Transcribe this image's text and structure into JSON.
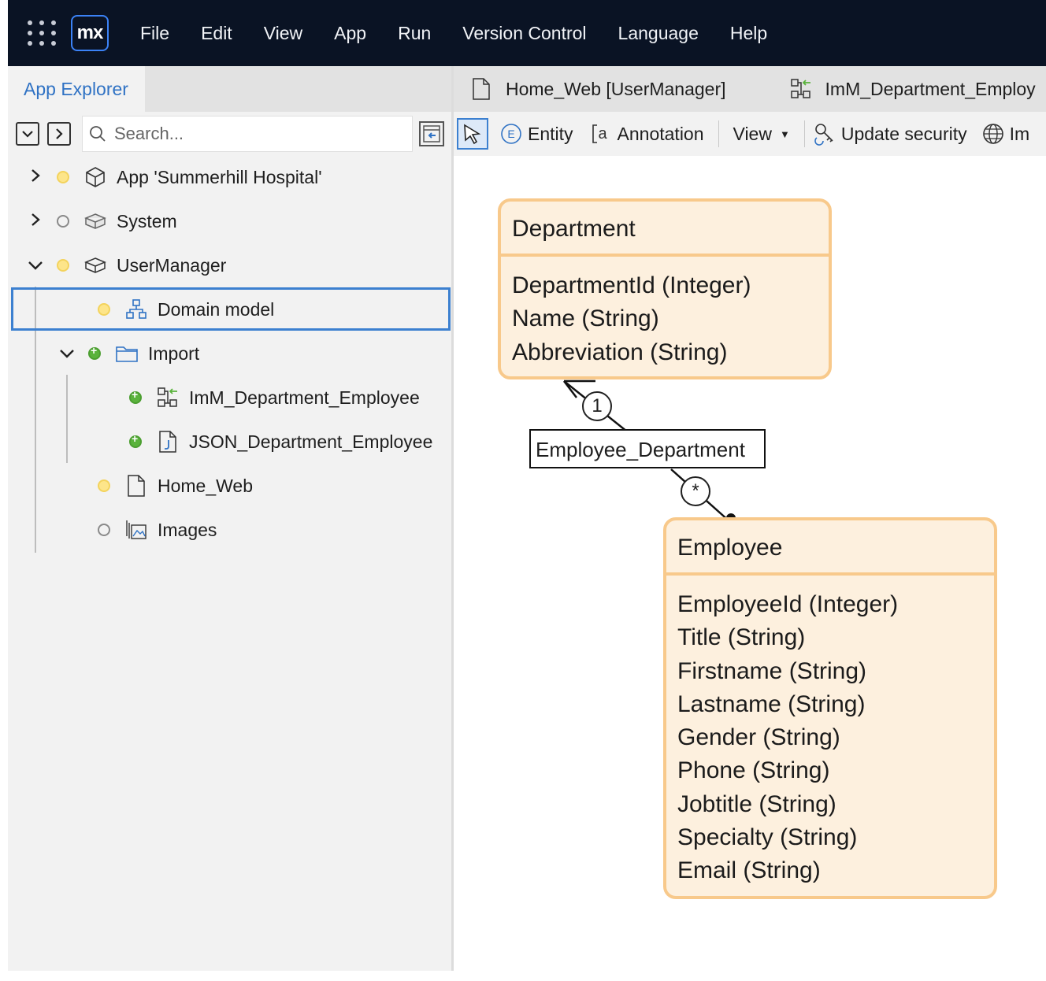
{
  "menubar": {
    "logo": "mx",
    "items": [
      "File",
      "Edit",
      "View",
      "App",
      "Run",
      "Version Control",
      "Language",
      "Help"
    ]
  },
  "left_panel": {
    "tab": "App Explorer",
    "search_placeholder": "Search...",
    "tree": [
      {
        "label": "App 'Summerhill Hospital'",
        "status": "yellow",
        "expanded": false
      },
      {
        "label": "System",
        "status": "grey",
        "expanded": false
      },
      {
        "label": "UserManager",
        "status": "yellow",
        "expanded": true
      },
      {
        "label": "Domain model",
        "status": "yellow",
        "selected": true
      },
      {
        "label": "Import",
        "status": "green",
        "expanded": true
      },
      {
        "label": "ImM_Department_Employee",
        "status": "green"
      },
      {
        "label": "JSON_Department_Employee",
        "status": "green"
      },
      {
        "label": "Home_Web",
        "status": "yellow"
      },
      {
        "label": "Images",
        "status": "grey"
      }
    ]
  },
  "editor": {
    "tabs": [
      "Home_Web [UserManager]",
      "ImM_Department_Employ"
    ],
    "toolbar": {
      "entity": "Entity",
      "annotation": "Annotation",
      "view": "View",
      "update_security": "Update security",
      "import": "Im"
    },
    "domain_model": {
      "entities": [
        {
          "name": "Department",
          "attributes": [
            "DepartmentId (Integer)",
            "Name (String)",
            "Abbreviation (String)"
          ]
        },
        {
          "name": "Employee",
          "attributes": [
            "EmployeeId (Integer)",
            "Title (String)",
            "Firstname (String)",
            "Lastname (String)",
            "Gender (String)",
            "Phone (String)",
            "Jobtitle (String)",
            "Specialty (String)",
            "Email (String)"
          ]
        }
      ],
      "association": {
        "name": "Employee_Department",
        "owner_multiplicity": "1",
        "member_multiplicity": "*"
      }
    }
  },
  "colors": {
    "menubar_bg": "#0a1324",
    "accent": "#3c80d0",
    "entity_fill": "#fdf0de",
    "entity_border": "#f8c98b"
  }
}
